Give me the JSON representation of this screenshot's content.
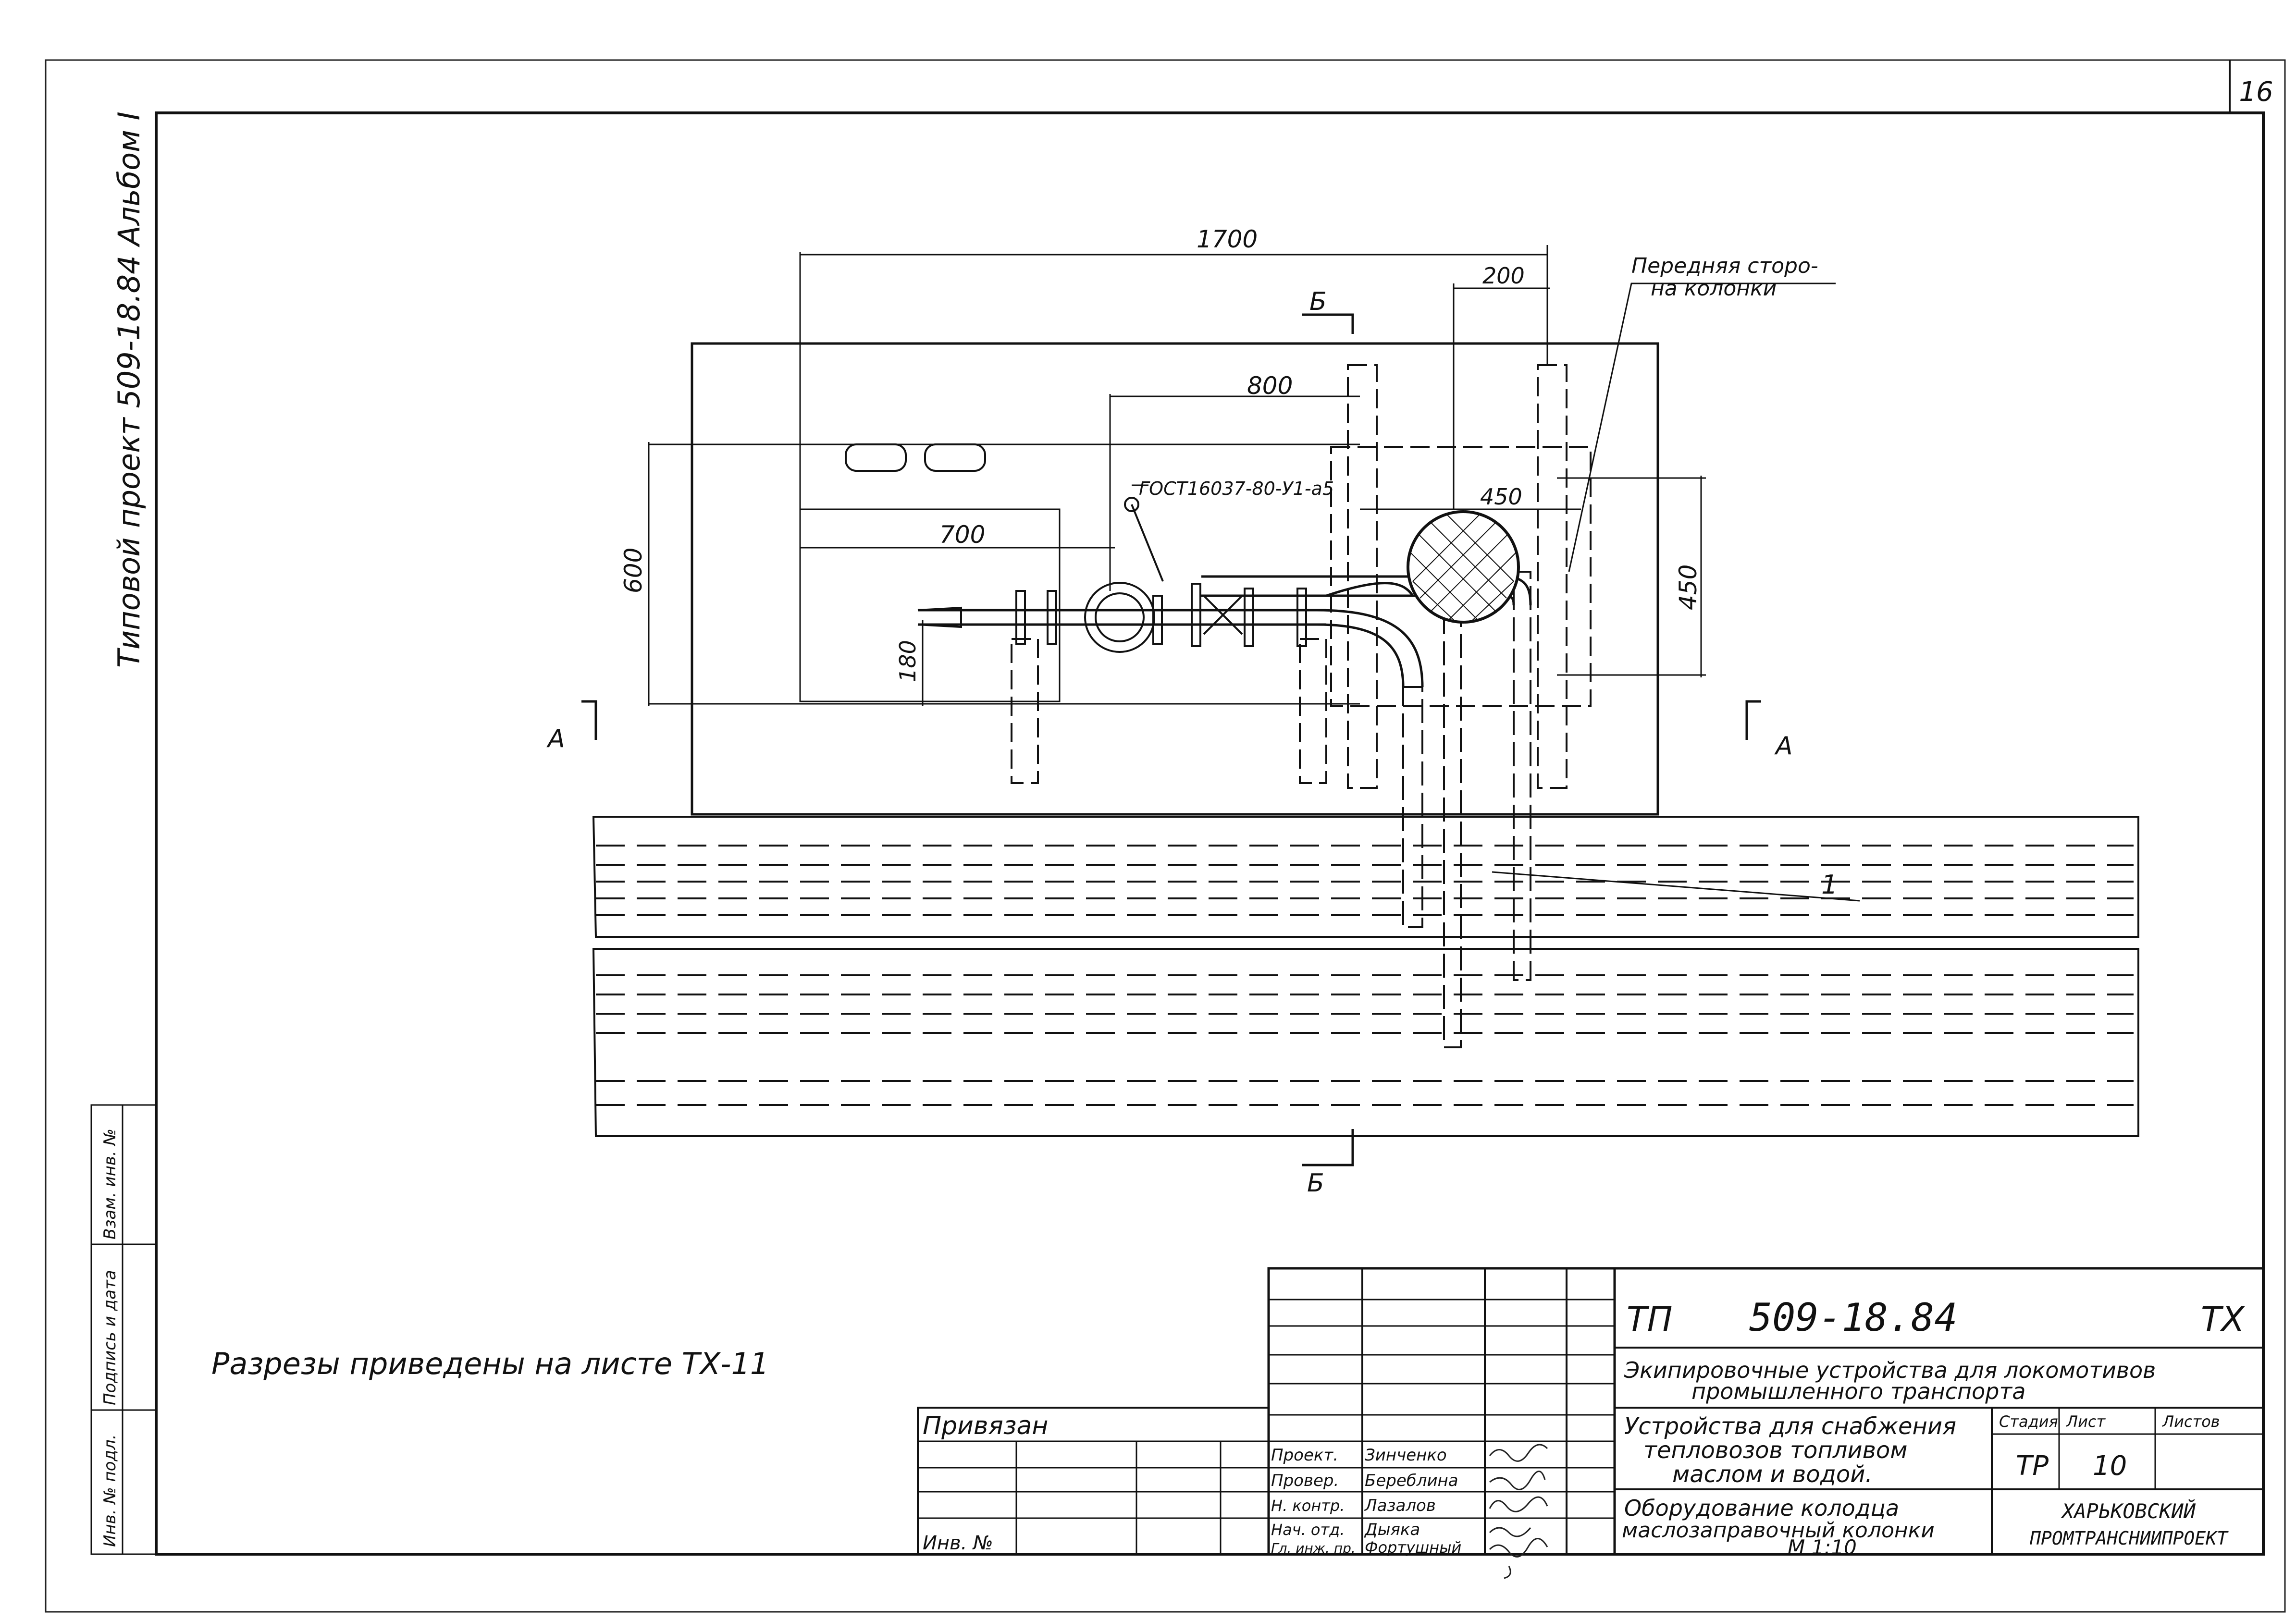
{
  "sheet": {
    "page_number": "16",
    "side_title": "Типовой проект 509-18.84 Альбом I",
    "side_stamp": [
      "Инв. № подл.",
      "Подпись и дата",
      "Взам. инв. №"
    ],
    "note": "Разрезы приведены на листе ТХ-11"
  },
  "drawing": {
    "dimensions": {
      "d1700": "1700",
      "d200": "200",
      "d800": "800",
      "d700": "700",
      "d600": "600",
      "d180": "180",
      "d450_h": "450",
      "d450_v": "450"
    },
    "labels": {
      "front_side": [
        "Передняя сторо-",
        "на колонки"
      ],
      "gost": "ГОСТ16037-80-У1-а5",
      "section_a_left": "А",
      "section_a_right": "А",
      "section_b_top": "Б",
      "section_b_bottom": "Б",
      "callout_1": "1"
    }
  },
  "title_block": {
    "code_prefix": "ТП",
    "code": "509-18.84",
    "code_suffix": "ТХ",
    "title_line1": "Экипировочные устройства для локомотивов",
    "title_line2": "промышленного транспорта",
    "subtitle": [
      "Устройства для снабжения",
      "тепловозов топливом",
      "маслом и водой."
    ],
    "sheet_title": [
      "Оборудование колодца",
      "маслозаправочный колонки",
      "М 1:10"
    ],
    "stage_header": "Стадия",
    "sheet_header": "Лист",
    "sheets_header": "Листов",
    "stage": "ТР",
    "sheet_no": "10",
    "organization": [
      "ХАРЬКОВСКИЙ",
      "ПРОМТРАНСНИИПРОЕКТ"
    ],
    "attached_label": "Привязан",
    "inv_label": "Инв. №",
    "roles": [
      {
        "role": "Проект.",
        "name": "Зинченко"
      },
      {
        "role": "Провер.",
        "name": "Береблина"
      },
      {
        "role": "Н. контр.",
        "name": "Лазалов"
      },
      {
        "role": "Нач. отд.",
        "name": "Дыяка"
      },
      {
        "role": "Гл. инж. пр.",
        "name": "Фортушный"
      }
    ]
  }
}
